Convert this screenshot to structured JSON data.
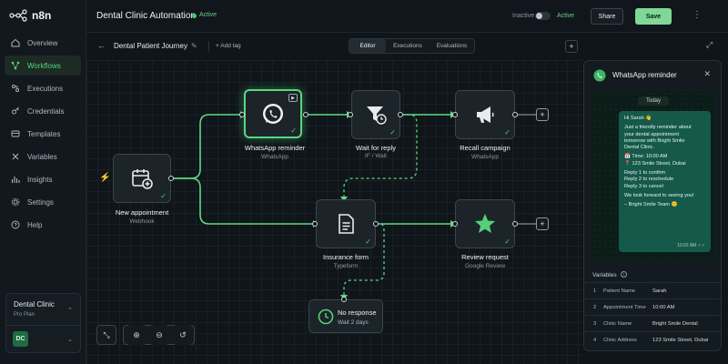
{
  "app": {
    "logo_text": "n8n"
  },
  "sidebar": {
    "items": [
      {
        "label": "Overview",
        "icon": "home-icon"
      },
      {
        "label": "Workflows",
        "icon": "workflows-icon",
        "active": true
      },
      {
        "label": "Executions",
        "icon": "executions-icon"
      },
      {
        "label": "Credentials",
        "icon": "key-icon"
      },
      {
        "label": "Templates",
        "icon": "templates-icon"
      },
      {
        "label": "Variables",
        "icon": "variables-icon"
      },
      {
        "label": "Insights",
        "icon": "insights-icon"
      },
      {
        "label": "Settings",
        "icon": "gear-icon"
      },
      {
        "label": "Help",
        "icon": "help-icon"
      }
    ],
    "workspace": {
      "name": "Dental Clinic",
      "plan": "Pro Plan",
      "avatar": "DC"
    }
  },
  "topbar": {
    "title": "Dental Clinic Automation",
    "status": "Active",
    "toggle_off_label": "Inactive",
    "toggle_on_label": "Active",
    "share_label": "Share",
    "save_label": "Save"
  },
  "subbar": {
    "journey": "Dental Patient Journey",
    "add_tag": "+ Add tag",
    "tabs": [
      "Editor",
      "Executions",
      "Evaluations"
    ],
    "active_tab": "Editor"
  },
  "nodes": {
    "new_appointment": {
      "title": "New appointment",
      "subtitle": "Webhook"
    },
    "whatsapp_reminder": {
      "title": "WhatsApp reminder",
      "subtitle": "WhatsApp"
    },
    "wait_reply": {
      "title": "Wait for reply",
      "subtitle": "IF / Wait"
    },
    "recall_campaign": {
      "title": "Recall campaign",
      "subtitle": "WhatsApp"
    },
    "insurance_form": {
      "title": "Insurance form",
      "subtitle": "Typeform"
    },
    "review_request": {
      "title": "Review request",
      "subtitle": "Google Review"
    },
    "no_response": {
      "title": "No response",
      "subtitle": "Wait 2 days"
    }
  },
  "panel": {
    "title": "WhatsApp reminder",
    "chat_date": "Today",
    "message_lines": [
      "Hi Sarah 👋",
      "",
      "Just a friendly reminder about",
      "your dental appointment",
      "tomorrow with Bright Smile",
      "Dental Clinic.",
      "",
      "📅 Time: 10:00 AM",
      "📍 123 Smile Street, Dubai",
      "",
      "Reply 1 to confirm",
      "Reply 2 to reschedule",
      "Reply 3 to cancel",
      "",
      "We look forward to seeing you!",
      "",
      "– Bright Smile Team 😊"
    ],
    "message_time": "10:02 AM",
    "variables_title": "Variables",
    "variables": [
      {
        "n": "1",
        "key": "Patient Name",
        "value": "Sarah"
      },
      {
        "n": "2",
        "key": "Appointment Time",
        "value": "10:00 AM"
      },
      {
        "n": "3",
        "key": "Clinic Name",
        "value": "Bright Smile Dental"
      },
      {
        "n": "4",
        "key": "Clinic Address",
        "value": "123 Smile Street, Dubai"
      }
    ]
  },
  "colors": {
    "accent": "#56d77c",
    "background": "#0f1519",
    "node_bg": "#1c2429",
    "bubble": "#15594a"
  }
}
